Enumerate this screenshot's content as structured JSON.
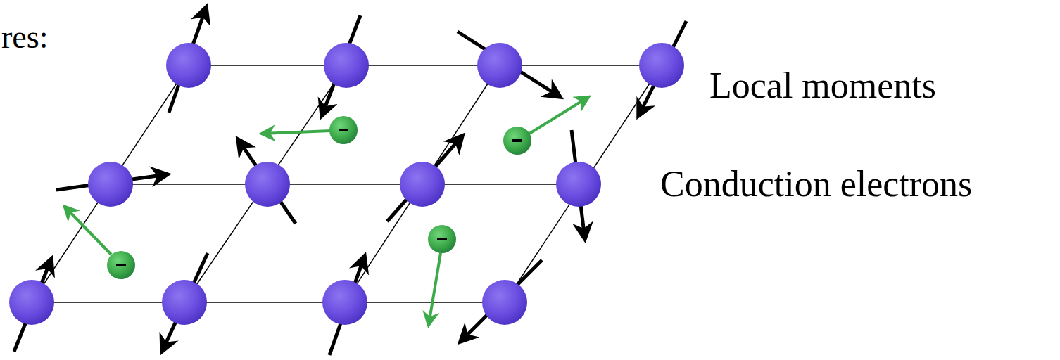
{
  "diagram": {
    "labels": [
      "res:",
      "Local moments",
      "Conduction electrons"
    ]
  }
}
